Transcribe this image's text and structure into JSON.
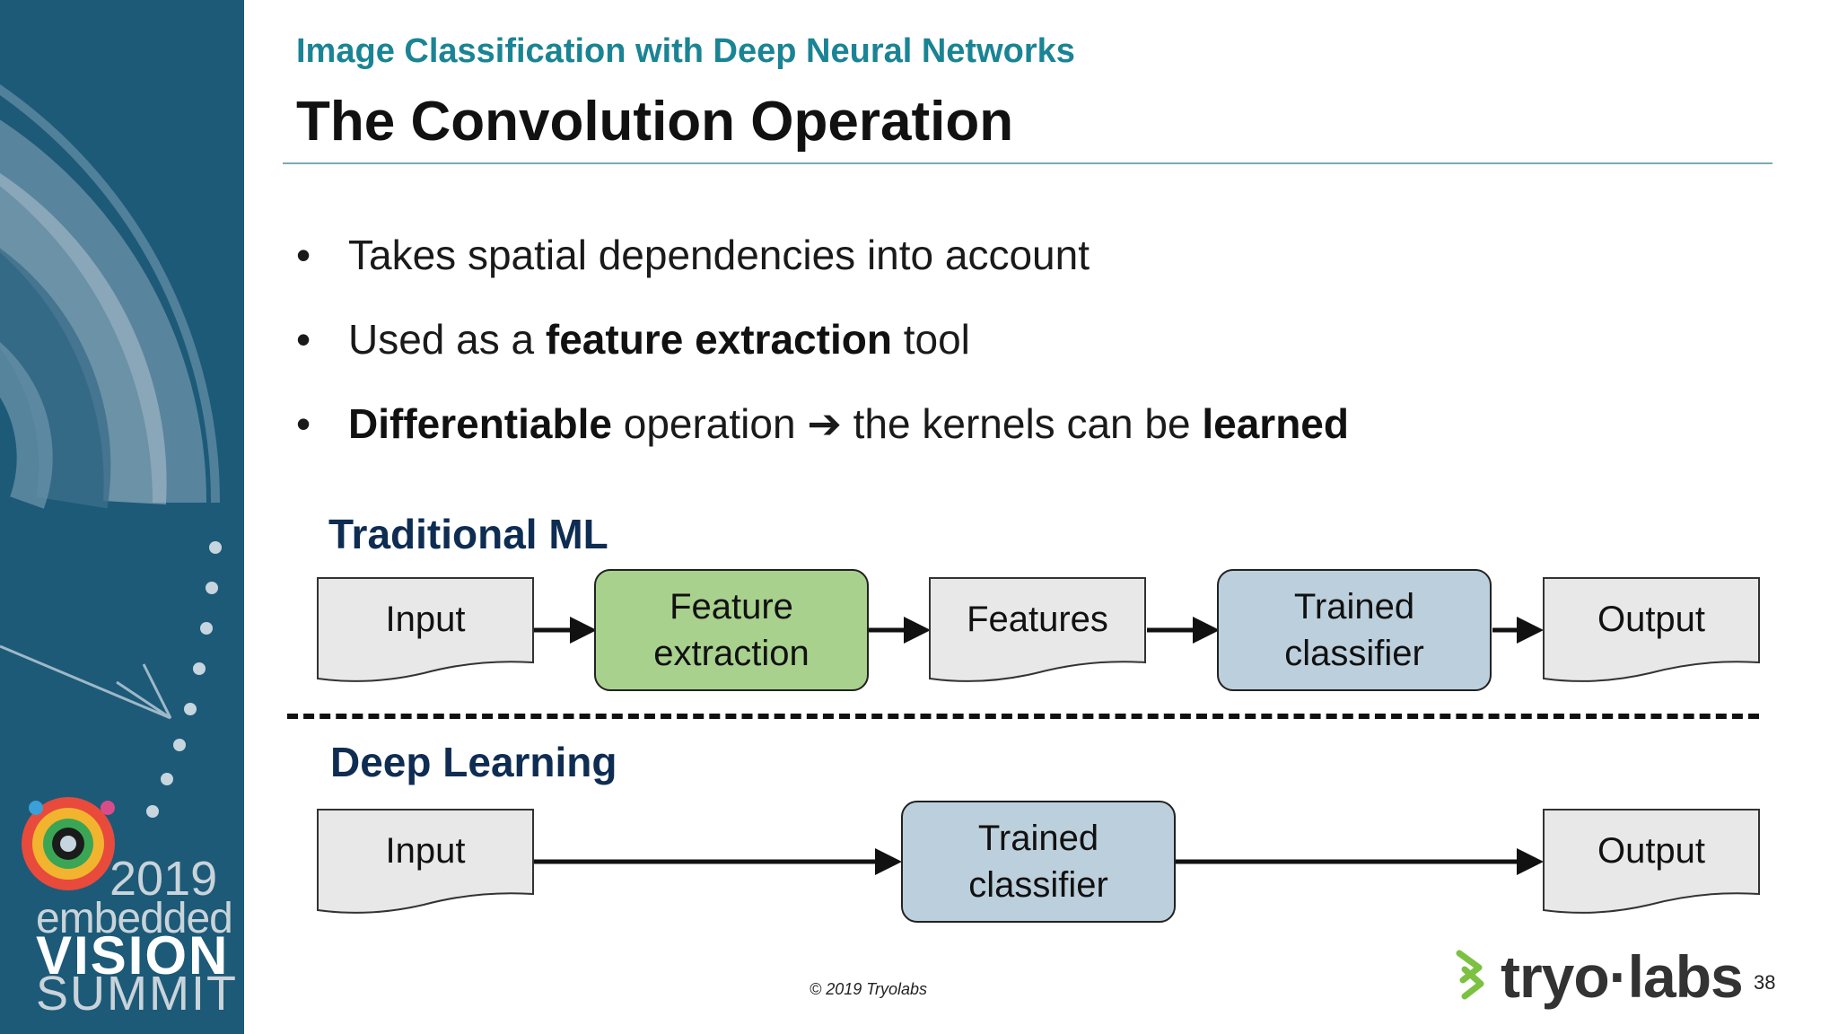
{
  "header": {
    "subtitle": "Image Classification with Deep Neural Networks",
    "title": "The Convolution Operation"
  },
  "bullets": [
    {
      "pre": "Takes spatial dependencies into account",
      "bold": "",
      "post": "",
      "bold2": ""
    },
    {
      "pre": "Used as a ",
      "bold": "feature extraction",
      "post": " tool",
      "bold2": ""
    },
    {
      "pre": "",
      "bold": "Differentiable",
      "post": " operation ➔ the kernels can be ",
      "bold2": "learned"
    }
  ],
  "diagram": {
    "traditional": {
      "label": "Traditional ML",
      "input": "Input",
      "feature_extraction": [
        "Feature",
        "extraction"
      ],
      "features": "Features",
      "classifier": [
        "Trained",
        "classifier"
      ],
      "output": "Output"
    },
    "deep": {
      "label": "Deep Learning",
      "input": "Input",
      "classifier": [
        "Trained",
        "classifier"
      ],
      "output": "Output"
    },
    "colors": {
      "feature_box": "#a9d18e",
      "classifier_box": "#bccfdc",
      "document_box": "#e8e8e8"
    }
  },
  "sidebar": {
    "year": "2019",
    "line1": "embedded",
    "line2": "VISION",
    "line3": "SUMMIT",
    "color": "#1c5a78"
  },
  "footer": {
    "copyright": "© 2019 Tryolabs",
    "brand": "tryo·labs",
    "page": "38"
  }
}
